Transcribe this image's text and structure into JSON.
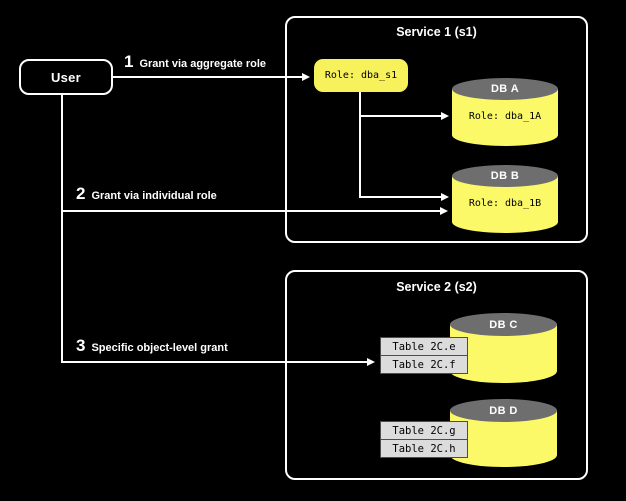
{
  "diagram": {
    "user": {
      "label": "User"
    },
    "grant_labels": [
      {
        "number": "1",
        "text": "Grant via aggregate role"
      },
      {
        "number": "2",
        "text": "Grant via individual role"
      },
      {
        "number": "3",
        "text": "Specific object-level grant"
      }
    ],
    "service1": {
      "title": "Service 1 (s1)",
      "aggregate_role": "Role: dba_s1",
      "databases": [
        {
          "name": "DB A",
          "role": "Role: dba_1A"
        },
        {
          "name": "DB B",
          "role": "Role: dba_1B"
        }
      ]
    },
    "service2": {
      "title": "Service 2 (s2)",
      "databases": [
        {
          "name": "DB C",
          "tables": [
            "Table 2C.e",
            "Table 2C.f"
          ]
        },
        {
          "name": "DB D",
          "tables": [
            "Table 2C.g",
            "Table 2C.h"
          ]
        }
      ]
    },
    "colors": {
      "background": "#000000",
      "stroke": "#ffffff",
      "role_chip_yellow": "#f7f15c",
      "cylinder_yellow": "#fbf968",
      "cylinder_top_gray": "#6e6e6e",
      "table_fill": "#dcdcdc",
      "table_border": "#4d4d4d"
    }
  }
}
